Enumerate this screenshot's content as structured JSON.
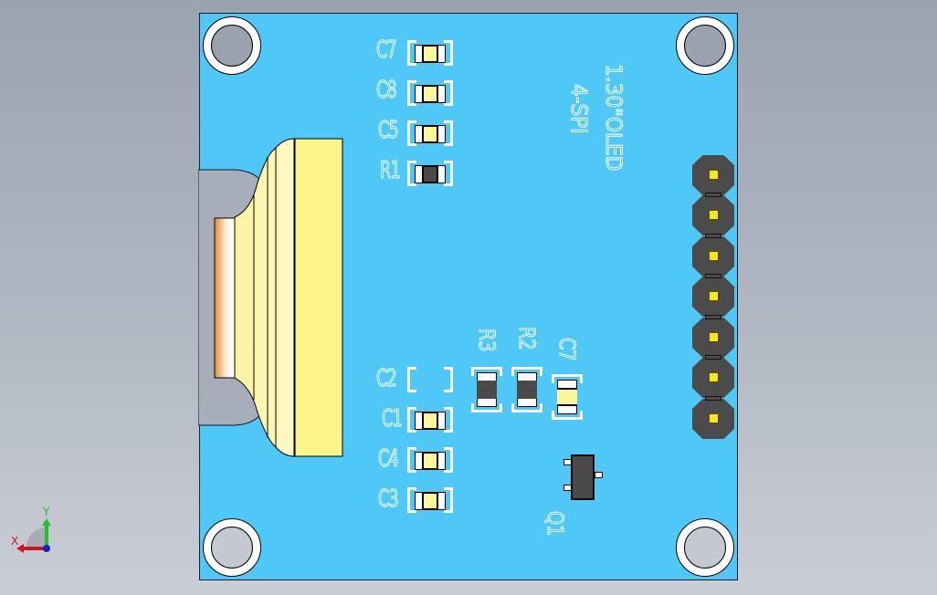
{
  "viewport": {
    "background_top": "#9aa3b0",
    "background_bottom": "#c9cdd5",
    "board_color": "#4fc8f8"
  },
  "board": {
    "title_line1": "1.30\"OLED",
    "title_line2": "4-SPI"
  },
  "components": {
    "top_left": [
      {
        "ref": "C7",
        "type": "capacitor"
      },
      {
        "ref": "C8",
        "type": "capacitor"
      },
      {
        "ref": "C5",
        "type": "capacitor"
      },
      {
        "ref": "R1",
        "type": "resistor"
      }
    ],
    "bottom_left": [
      {
        "ref": "C2",
        "type": "empty-footprint"
      },
      {
        "ref": "C1",
        "type": "capacitor"
      },
      {
        "ref": "C4",
        "type": "capacitor"
      },
      {
        "ref": "C3",
        "type": "capacitor"
      }
    ],
    "middle": [
      {
        "ref": "R3",
        "type": "resistor"
      },
      {
        "ref": "R2",
        "type": "resistor"
      },
      {
        "ref": "C7",
        "type": "capacitor"
      }
    ],
    "transistor": {
      "ref": "Q1"
    }
  },
  "header": {
    "pin_count": 7
  },
  "triad": {
    "x_label": "X",
    "y_label": "Y"
  }
}
